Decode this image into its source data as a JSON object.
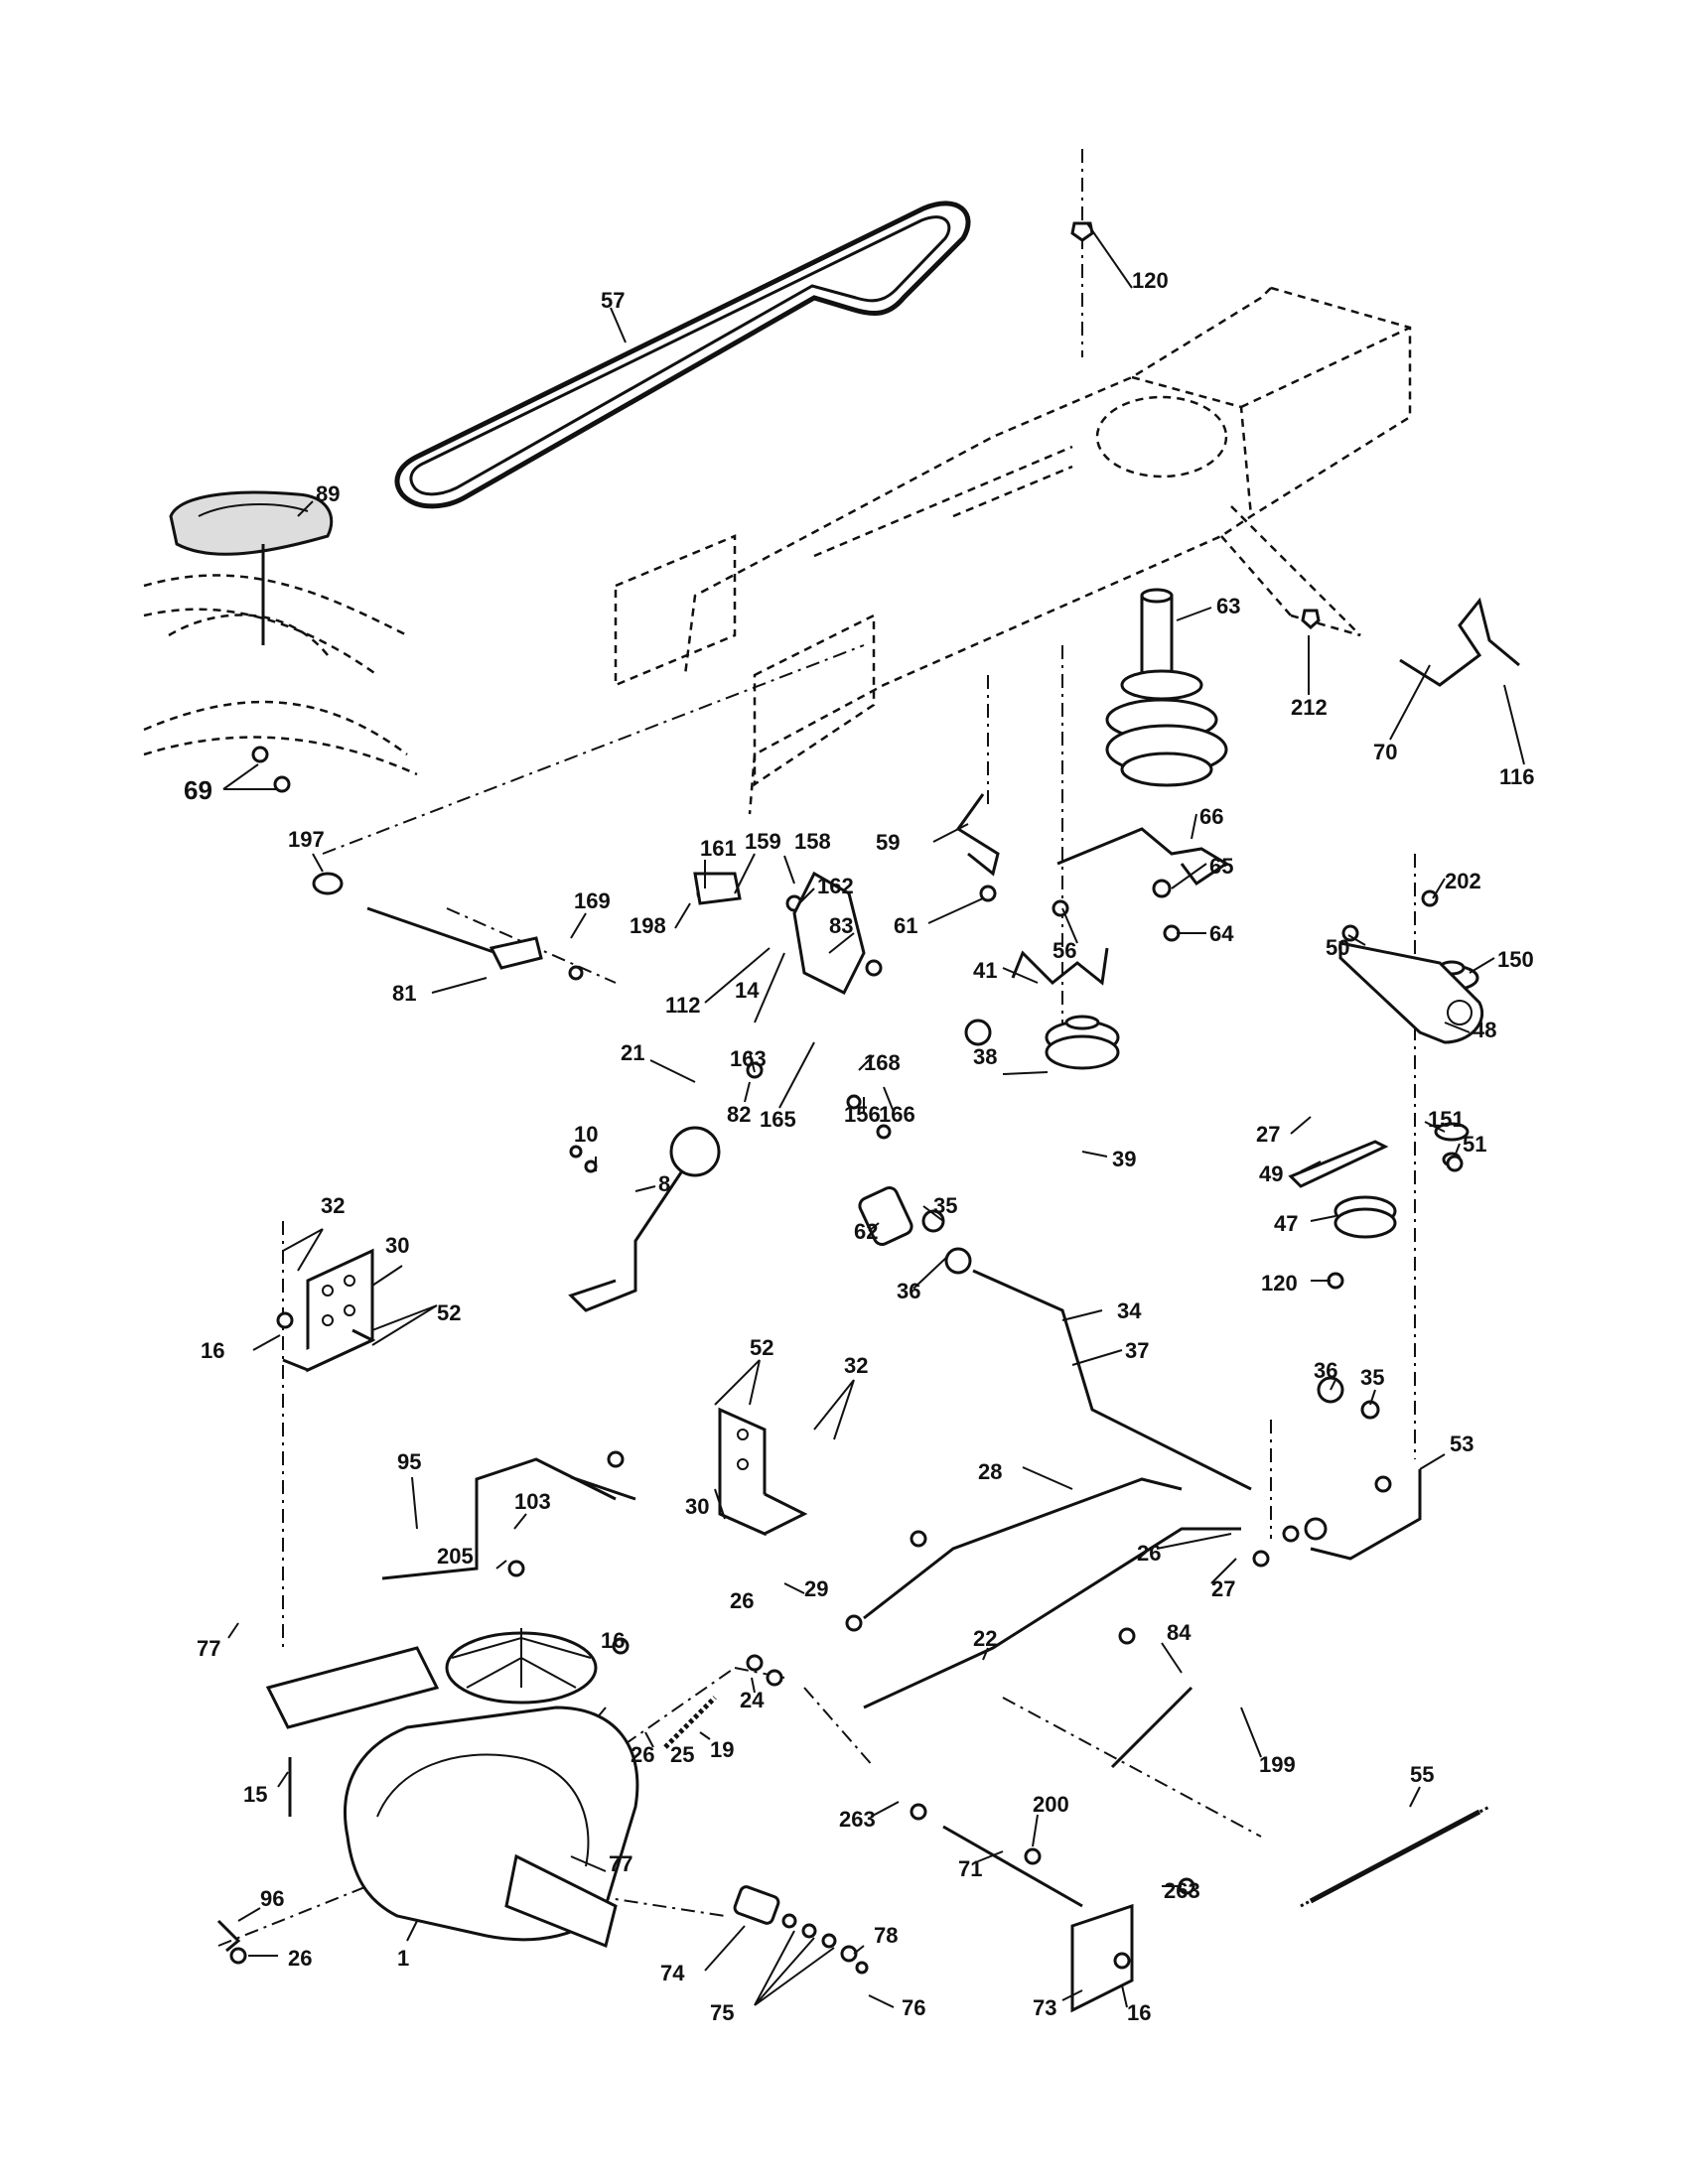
{
  "diagram": {
    "labels": [
      "57",
      "120",
      "89",
      "63",
      "212",
      "70",
      "116",
      "69",
      "197",
      "161",
      "159",
      "158",
      "169",
      "162",
      "198",
      "59",
      "66",
      "65",
      "61",
      "56",
      "64",
      "202",
      "50",
      "150",
      "81",
      "112",
      "14",
      "83",
      "41",
      "48",
      "21",
      "163",
      "168",
      "38",
      "27",
      "151",
      "51",
      "82",
      "165",
      "156",
      "166",
      "39",
      "10",
      "49",
      "47",
      "8",
      "120",
      "32",
      "30",
      "35",
      "52",
      "62",
      "36",
      "34",
      "16",
      "37",
      "52",
      "32",
      "36",
      "35",
      "95",
      "103",
      "53",
      "30",
      "28",
      "205",
      "26",
      "16",
      "26",
      "29",
      "27",
      "77",
      "22",
      "84",
      "199",
      "24",
      "19",
      "25",
      "26",
      "55",
      "15",
      "263",
      "200",
      "96",
      "77",
      "71",
      "263",
      "1",
      "26",
      "74",
      "78",
      "75",
      "76",
      "73",
      "16"
    ]
  }
}
